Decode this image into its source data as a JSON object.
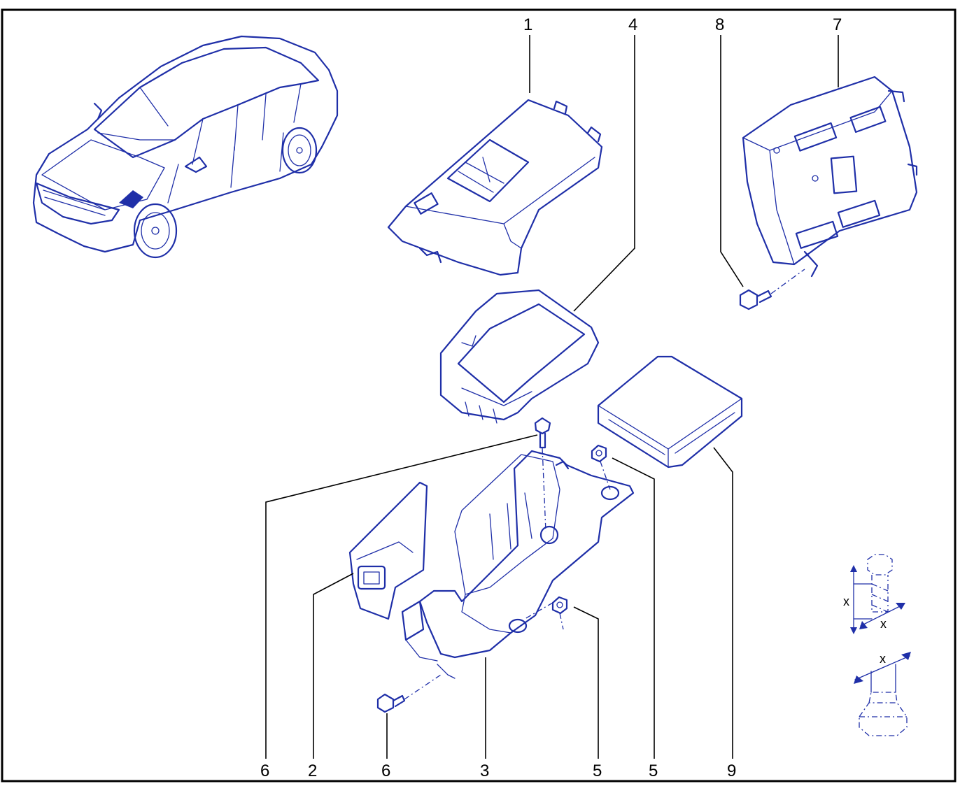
{
  "diagram": {
    "parts": [
      {
        "id": "cover",
        "callout": "1"
      },
      {
        "id": "side-cover",
        "callout": "2"
      },
      {
        "id": "support-bracket",
        "callout": "3"
      },
      {
        "id": "fuse-box-frame",
        "callout": "4"
      },
      {
        "id": "nut-right-lower",
        "callout": "5"
      },
      {
        "id": "nut-right-upper",
        "callout": "5"
      },
      {
        "id": "bolt-upper",
        "callout": "6"
      },
      {
        "id": "bolt-lower",
        "callout": "6"
      },
      {
        "id": "control-unit",
        "callout": "7"
      },
      {
        "id": "unit-bolt",
        "callout": "8"
      },
      {
        "id": "module",
        "callout": "9"
      }
    ],
    "fastener_legend": {
      "bolt_dim_length": "x",
      "bolt_dim_diameter": "x",
      "nut_dim": "x"
    },
    "colors": {
      "line": "#1f2fa8",
      "fill": "#eef0ff",
      "text": "#000000"
    }
  }
}
